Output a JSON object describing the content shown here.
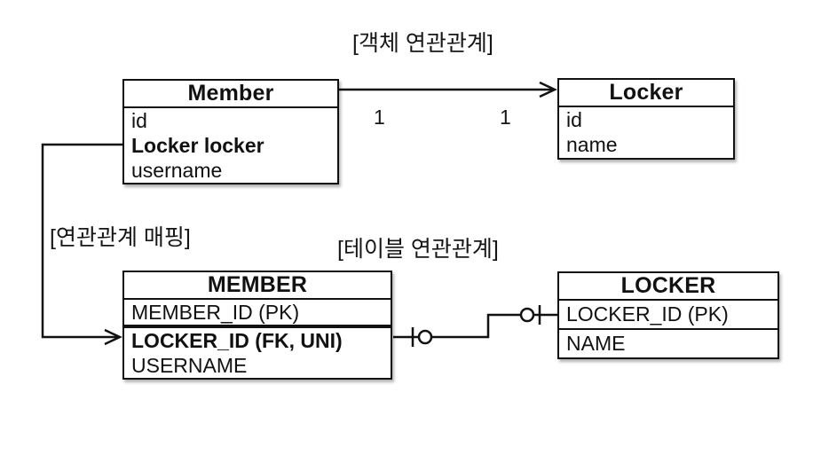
{
  "titles": {
    "object_relation": "[객체 연관관계]",
    "mapping": "[연관관계 매핑]",
    "table_relation": "[테이블 연관관계]"
  },
  "object_diagram": {
    "member": {
      "name": "Member",
      "fields": [
        "id",
        "Locker locker",
        "username"
      ]
    },
    "locker": {
      "name": "Locker",
      "fields": [
        "id",
        "name"
      ]
    },
    "cardinality": {
      "member_side": "1",
      "locker_side": "1"
    }
  },
  "table_diagram": {
    "member": {
      "name": "MEMBER",
      "columns": [
        "MEMBER_ID (PK)",
        "LOCKER_ID (FK, UNI)",
        "USERNAME"
      ]
    },
    "locker": {
      "name": "LOCKER",
      "columns": [
        "LOCKER_ID (PK)",
        "NAME"
      ]
    }
  }
}
